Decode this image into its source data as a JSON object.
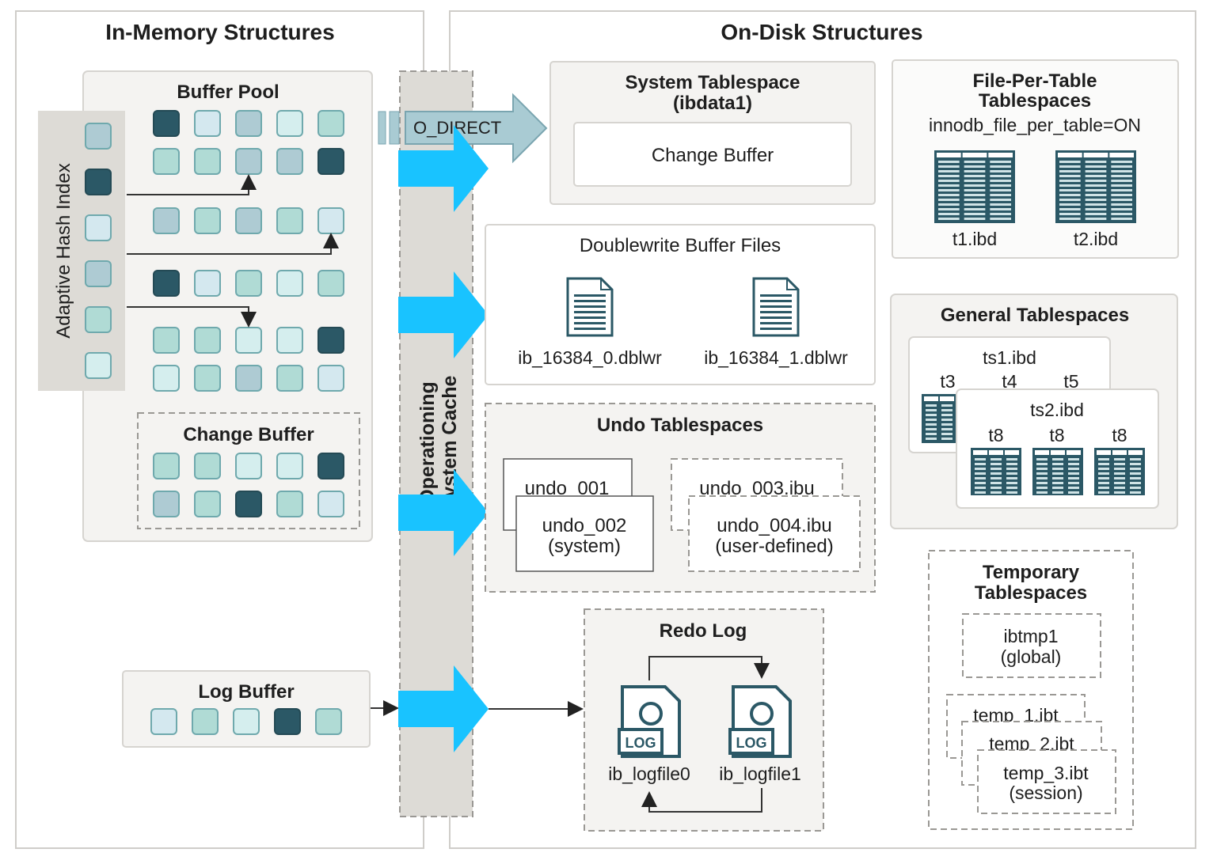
{
  "palette": {
    "D": "#2b5866",
    "L": "#d4e8ef",
    "G": "#aecbd3",
    "P": "#d5eeee",
    "T": "#b0dbd5"
  },
  "accent_arrow_color": "#19c3ff",
  "o_direct_color": "#a9cbd3",
  "in_memory": {
    "title": "In-Memory Structures",
    "buffer_pool": {
      "title": "Buffer Pool",
      "rows": [
        [
          "D",
          "L",
          "G",
          "P",
          "T"
        ],
        [
          "T",
          "T",
          "G",
          "G",
          "D"
        ],
        [
          "G",
          "T",
          "G",
          "T",
          "L"
        ],
        [
          "D",
          "L",
          "T",
          "P",
          "T"
        ],
        [
          "T",
          "T",
          "P",
          "P",
          "D"
        ],
        [
          "P",
          "T",
          "G",
          "T",
          "L"
        ]
      ]
    },
    "adaptive_hash_index": {
      "title": "Adaptive Hash Index",
      "cells": [
        "G",
        "D",
        "L",
        "G",
        "T",
        "P"
      ]
    },
    "change_buffer": {
      "title": "Change Buffer",
      "rows": [
        [
          "T",
          "T",
          "P",
          "P",
          "D"
        ],
        [
          "G",
          "T",
          "D",
          "T",
          "L"
        ]
      ]
    },
    "log_buffer": {
      "title": "Log Buffer",
      "cells": [
        "L",
        "T",
        "P",
        "D",
        "T"
      ]
    }
  },
  "os_cache": {
    "line1": "Operationing",
    "line2": "System Cache",
    "o_direct": "O_DIRECT"
  },
  "on_disk": {
    "title": "On-Disk Structures",
    "system_tablespace": {
      "title": "System Tablespace",
      "subtitle": "(ibdata1)",
      "change_buffer": "Change Buffer"
    },
    "file_per_table": {
      "title1": "File-Per-Table",
      "title2": "Tablespaces",
      "setting": "innodb_file_per_table=ON",
      "files": [
        "t1.ibd",
        "t2.ibd"
      ]
    },
    "doublewrite": {
      "title": "Doublewrite Buffer Files",
      "files": [
        "ib_16384_0.dblwr",
        "ib_16384_1.dblwr"
      ]
    },
    "general": {
      "title": "General Tablespaces",
      "ts1": "ts1.ibd",
      "ts1_tables": [
        "t3",
        "t4",
        "t5"
      ],
      "ts2": "ts2.ibd",
      "ts2_tables": [
        "t8",
        "t8",
        "t8"
      ]
    },
    "undo": {
      "title": "Undo Tablespaces",
      "u1": "undo_001",
      "u2": "undo_002",
      "u2_note": "(system)",
      "u3": "undo_003.ibu",
      "u4": "undo_004.ibu",
      "u4_note": "(user-defined)"
    },
    "redo": {
      "title": "Redo Log",
      "icon_label": "LOG",
      "files": [
        "ib_logfile0",
        "ib_logfile1"
      ]
    },
    "temporary": {
      "title1": "Temporary",
      "title2": "Tablespaces",
      "ibtmp": "ibtmp1",
      "ibtmp_note": "(global)",
      "temp1": "temp_1.ibt",
      "temp2": "temp_2.ibt",
      "temp3": "temp_3.ibt",
      "temp3_note": "(session)"
    }
  }
}
